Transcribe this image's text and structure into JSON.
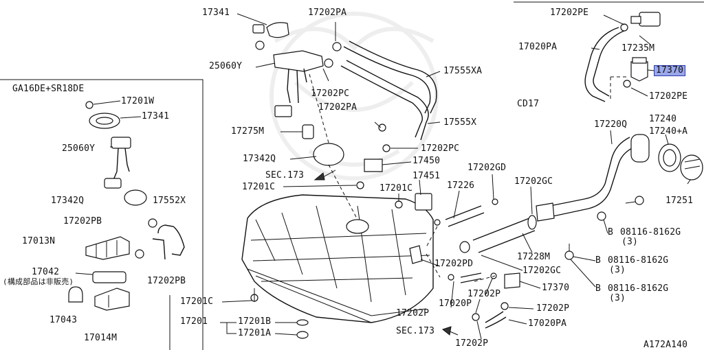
{
  "diagram_code": "A172A140",
  "main_labels": {
    "p17341": "17341",
    "p17202PA_top": "17202PA",
    "p25060Y": "25060Y",
    "p17555XA": "17555XA",
    "p17202PC_top": "17202PC",
    "p17202PA_mid": "17202PA",
    "p17555X": "17555X",
    "p17275M": "17275M",
    "p17202PC_mid": "17202PC",
    "p17342Q": "17342Q",
    "p17450": "17450",
    "sec173_left": "SEC.173",
    "p17451": "17451",
    "p17202GD": "17202GD",
    "p17201C_left": "17201C",
    "p17201C_mid": "17201C",
    "p17226": "17226",
    "p17202GC_top": "17202GC",
    "p17220Q": "17220Q",
    "p17240": "17240",
    "p17240A": "17240+A",
    "p17251": "17251",
    "bolt1": "08116-8162G",
    "bolt1_qty": "(3)",
    "bolt2": "08116-8162G",
    "bolt2_qty": "(3)",
    "bolt3": "08116-8162G",
    "bolt3_qty": "(3)",
    "bolt_marker": "B",
    "p17228M": "17228M",
    "p17202PD": "17202PD",
    "p17202GC_bot": "17202GC",
    "p17370_main": "17370",
    "p17202P_a": "17202P",
    "p17020P": "17020P",
    "p17202P_b": "17202P",
    "p17202P_c": "17202P",
    "p17020PA_main": "17020PA",
    "sec173_bottom": "SEC.173",
    "p17202P_d": "17202P",
    "p17201C_bottom": "17201C",
    "p17201": "17201",
    "p17201B": "17201B",
    "p17201A": "17201A"
  },
  "left_inset": {
    "title": "GA16DE+SR18DE",
    "p17201W": "17201W",
    "p17341": "17341",
    "p25060Y": "25060Y",
    "p17342Q": "17342Q",
    "p17552X": "17552X",
    "p17202PB_top": "17202PB",
    "p17013N": "17013N",
    "p17042": "17042",
    "note": "(構成部品は非販売)",
    "p17202PB_bot": "17202PB",
    "p17043": "17043",
    "p17014M": "17014M"
  },
  "top_right_inset": {
    "p17202PE_top": "17202PE",
    "p17020PA": "17020PA",
    "p17235M": "17235M",
    "p17370": "17370",
    "p17202PE_bot": "17202PE",
    "code": "CD17"
  },
  "colors": {
    "highlight": "#9aa7ea",
    "highlight_border": "#2a3aa8",
    "line": "#111111"
  }
}
